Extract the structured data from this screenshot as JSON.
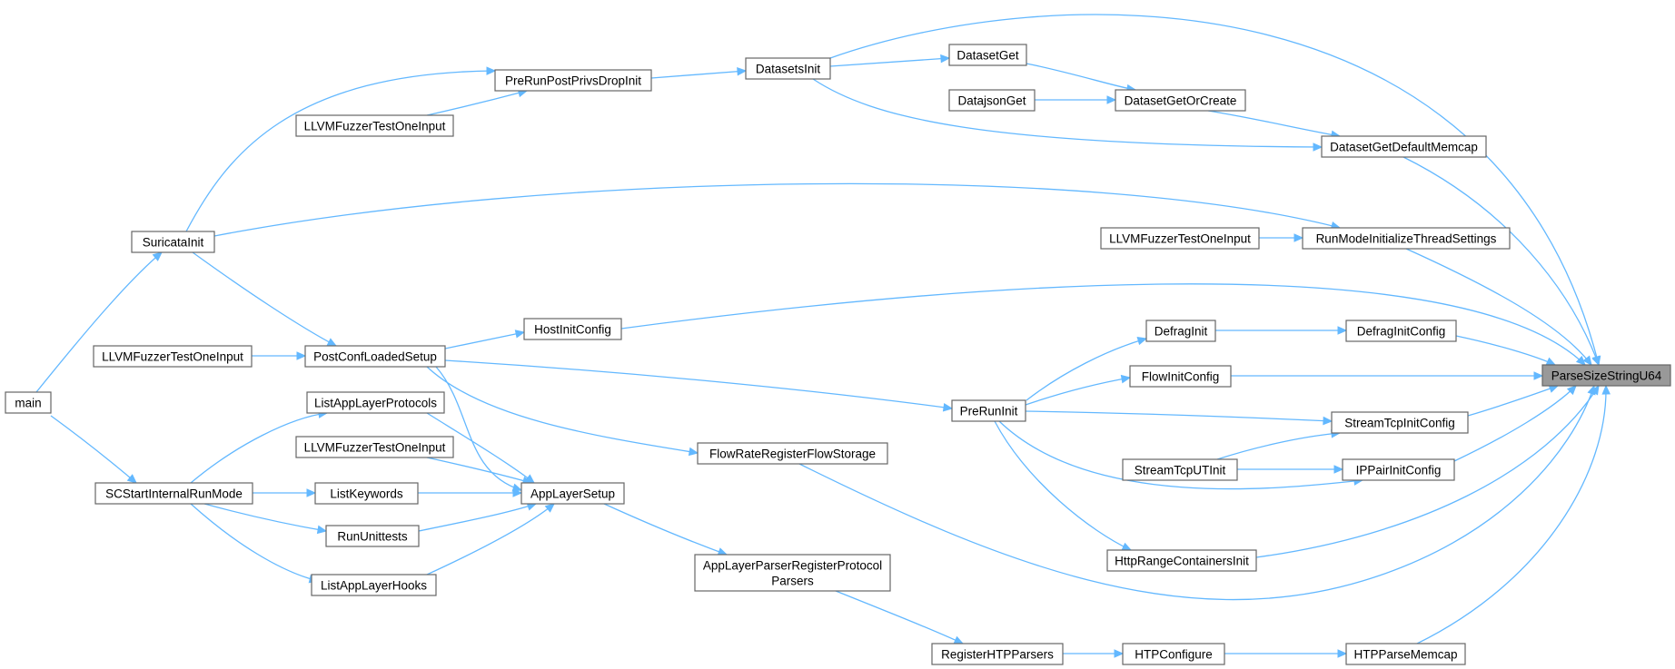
{
  "graph": {
    "colors": {
      "edge": "#63b8ff",
      "node_border": "#666666",
      "focus_fill": "#999999",
      "node_fill": "#ffffff"
    },
    "nodes": [
      {
        "id": "ParseSizeStringU64",
        "label": [
          "ParseSizeStringU64"
        ],
        "focus": true
      },
      {
        "id": "DatasetsInit",
        "label": [
          "DatasetsInit"
        ]
      },
      {
        "id": "DatasetGet",
        "label": [
          "DatasetGet"
        ]
      },
      {
        "id": "DatajsonGet",
        "label": [
          "DatajsonGet"
        ]
      },
      {
        "id": "DatasetGetOrCreate",
        "label": [
          "DatasetGetOrCreate"
        ]
      },
      {
        "id": "DatasetGetDefaultMemcap",
        "label": [
          "DatasetGetDefaultMemcap"
        ]
      },
      {
        "id": "PreRunPostPrivsDropInit",
        "label": [
          "PreRunPostPrivsDropInit"
        ]
      },
      {
        "id": "LLVMFuzzer1",
        "label": [
          "LLVMFuzzerTestOneInput"
        ]
      },
      {
        "id": "SuricataInit",
        "label": [
          "SuricataInit"
        ]
      },
      {
        "id": "LLVMFuzzer2",
        "label": [
          "LLVMFuzzerTestOneInput"
        ]
      },
      {
        "id": "RunModeInitializeThreadSettings",
        "label": [
          "RunModeInitializeThreadSettings"
        ]
      },
      {
        "id": "HostInitConfig",
        "label": [
          "HostInitConfig"
        ]
      },
      {
        "id": "LLVMFuzzer3",
        "label": [
          "LLVMFuzzerTestOneInput"
        ]
      },
      {
        "id": "PostConfLoadedSetup",
        "label": [
          "PostConfLoadedSetup"
        ]
      },
      {
        "id": "DefragInit",
        "label": [
          "DefragInit"
        ]
      },
      {
        "id": "DefragInitConfig",
        "label": [
          "DefragInitConfig"
        ]
      },
      {
        "id": "FlowInitConfig",
        "label": [
          "FlowInitConfig"
        ]
      },
      {
        "id": "main",
        "label": [
          "main"
        ]
      },
      {
        "id": "ListAppLayerProtocols",
        "label": [
          "ListAppLayerProtocols"
        ]
      },
      {
        "id": "PreRunInit",
        "label": [
          "PreRunInit"
        ]
      },
      {
        "id": "StreamTcpInitConfig",
        "label": [
          "StreamTcpInitConfig"
        ]
      },
      {
        "id": "LLVMFuzzer4",
        "label": [
          "LLVMFuzzerTestOneInput"
        ]
      },
      {
        "id": "FlowRateRegisterFlowStorage",
        "label": [
          "FlowRateRegisterFlowStorage"
        ]
      },
      {
        "id": "StreamTcpUTInit",
        "label": [
          "StreamTcpUTInit"
        ]
      },
      {
        "id": "IPPairInitConfig",
        "label": [
          "IPPairInitConfig"
        ]
      },
      {
        "id": "SCStartInternalRunMode",
        "label": [
          "SCStartInternalRunMode"
        ]
      },
      {
        "id": "ListKeywords",
        "label": [
          "ListKeywords"
        ]
      },
      {
        "id": "AppLayerSetup",
        "label": [
          "AppLayerSetup"
        ]
      },
      {
        "id": "RunUnittests",
        "label": [
          "RunUnittests"
        ]
      },
      {
        "id": "HttpRangeContainersInit",
        "label": [
          "HttpRangeContainersInit"
        ]
      },
      {
        "id": "ListAppLayerHooks",
        "label": [
          "ListAppLayerHooks"
        ]
      },
      {
        "id": "AppLayerParserRegisterProtocolParsers",
        "label": [
          "AppLayerParserRegisterProtocol",
          "Parsers"
        ]
      },
      {
        "id": "RegisterHTPParsers",
        "label": [
          "RegisterHTPParsers"
        ]
      },
      {
        "id": "HTPConfigure",
        "label": [
          "HTPConfigure"
        ]
      },
      {
        "id": "HTPParseMemcap",
        "label": [
          "HTPParseMemcap"
        ]
      }
    ],
    "edges": [
      {
        "from": "DatasetsInit",
        "to": "ParseSizeStringU64"
      },
      {
        "from": "DatasetGetDefaultMemcap",
        "to": "ParseSizeStringU64"
      },
      {
        "from": "RunModeInitializeThreadSettings",
        "to": "ParseSizeStringU64"
      },
      {
        "from": "HostInitConfig",
        "to": "ParseSizeStringU64"
      },
      {
        "from": "DefragInitConfig",
        "to": "ParseSizeStringU64"
      },
      {
        "from": "FlowInitConfig",
        "to": "ParseSizeStringU64"
      },
      {
        "from": "StreamTcpInitConfig",
        "to": "ParseSizeStringU64"
      },
      {
        "from": "IPPairInitConfig",
        "to": "ParseSizeStringU64"
      },
      {
        "from": "FlowRateRegisterFlowStorage",
        "to": "ParseSizeStringU64"
      },
      {
        "from": "HttpRangeContainersInit",
        "to": "ParseSizeStringU64"
      },
      {
        "from": "HTPParseMemcap",
        "to": "ParseSizeStringU64"
      },
      {
        "from": "PreRunPostPrivsDropInit",
        "to": "DatasetsInit"
      },
      {
        "from": "DatasetsInit",
        "to": "DatasetGet"
      },
      {
        "from": "DatasetGet",
        "to": "DatasetGetOrCreate"
      },
      {
        "from": "DatajsonGet",
        "to": "DatasetGetOrCreate"
      },
      {
        "from": "DatasetGetOrCreate",
        "to": "DatasetGetDefaultMemcap"
      },
      {
        "from": "DatasetsInit",
        "to": "DatasetGetDefaultMemcap"
      },
      {
        "from": "LLVMFuzzer1",
        "to": "PreRunPostPrivsDropInit"
      },
      {
        "from": "SuricataInit",
        "to": "PreRunPostPrivsDropInit"
      },
      {
        "from": "SuricataInit",
        "to": "RunModeInitializeThreadSettings"
      },
      {
        "from": "LLVMFuzzer2",
        "to": "RunModeInitializeThreadSettings"
      },
      {
        "from": "PostConfLoadedSetup",
        "to": "HostInitConfig"
      },
      {
        "from": "SuricataInit",
        "to": "PostConfLoadedSetup"
      },
      {
        "from": "LLVMFuzzer3",
        "to": "PostConfLoadedSetup"
      },
      {
        "from": "main",
        "to": "SuricataInit"
      },
      {
        "from": "main",
        "to": "SCStartInternalRunMode"
      },
      {
        "from": "DefragInit",
        "to": "DefragInitConfig"
      },
      {
        "from": "PreRunInit",
        "to": "DefragInit"
      },
      {
        "from": "PreRunInit",
        "to": "FlowInitConfig"
      },
      {
        "from": "PreRunInit",
        "to": "StreamTcpInitConfig"
      },
      {
        "from": "PreRunInit",
        "to": "IPPairInitConfig"
      },
      {
        "from": "PreRunInit",
        "to": "HttpRangeContainersInit"
      },
      {
        "from": "PostConfLoadedSetup",
        "to": "PreRunInit"
      },
      {
        "from": "PostConfLoadedSetup",
        "to": "FlowRateRegisterFlowStorage"
      },
      {
        "from": "PostConfLoadedSetup",
        "to": "AppLayerSetup"
      },
      {
        "from": "StreamTcpUTInit",
        "to": "StreamTcpInitConfig"
      },
      {
        "from": "StreamTcpUTInit",
        "to": "IPPairInitConfig"
      },
      {
        "from": "SCStartInternalRunMode",
        "to": "ListAppLayerProtocols"
      },
      {
        "from": "SCStartInternalRunMode",
        "to": "ListKeywords"
      },
      {
        "from": "SCStartInternalRunMode",
        "to": "RunUnittests"
      },
      {
        "from": "SCStartInternalRunMode",
        "to": "ListAppLayerHooks"
      },
      {
        "from": "ListAppLayerProtocols",
        "to": "AppLayerSetup"
      },
      {
        "from": "LLVMFuzzer4",
        "to": "AppLayerSetup"
      },
      {
        "from": "ListKeywords",
        "to": "AppLayerSetup"
      },
      {
        "from": "RunUnittests",
        "to": "AppLayerSetup"
      },
      {
        "from": "ListAppLayerHooks",
        "to": "AppLayerSetup"
      },
      {
        "from": "AppLayerSetup",
        "to": "AppLayerParserRegisterProtocolParsers"
      },
      {
        "from": "AppLayerParserRegisterProtocolParsers",
        "to": "RegisterHTPParsers"
      },
      {
        "from": "RegisterHTPParsers",
        "to": "HTPConfigure"
      },
      {
        "from": "HTPConfigure",
        "to": "HTPParseMemcap"
      }
    ]
  }
}
